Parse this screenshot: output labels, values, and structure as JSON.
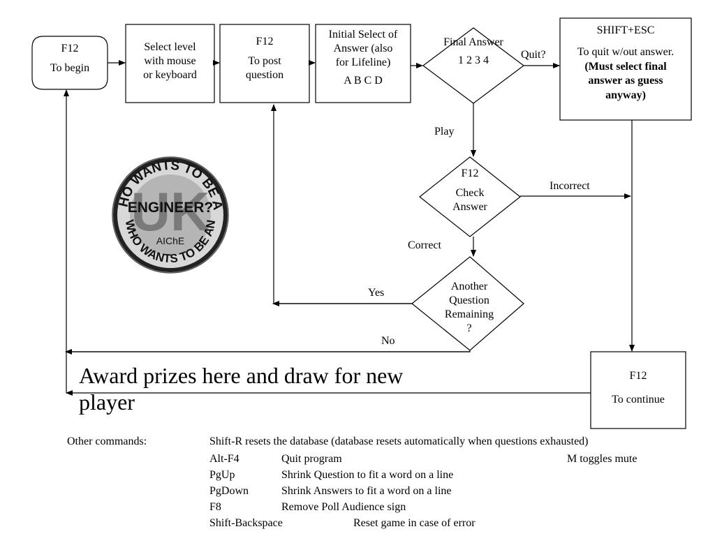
{
  "start": {
    "key": "F12",
    "text": "To begin"
  },
  "select_level": {
    "lines": [
      "Select level",
      "with mouse",
      "or keyboard"
    ]
  },
  "post_question": {
    "key": "F12",
    "lines": [
      "To post",
      "question"
    ]
  },
  "initial_select": {
    "lines": [
      "Initial Select of",
      "Answer (also",
      "for Lifeline)"
    ],
    "choices": "A B C D"
  },
  "final_answer": {
    "title": "Final Answer",
    "choices": "1 2 3 4"
  },
  "quit_label": "Quit?",
  "quit_box": {
    "key": "SHIFT+ESC",
    "text": "To quit w/out answer.",
    "bold_open": "(",
    "bold_lines": [
      "Must select final",
      "answer as guess",
      "anyway)"
    ]
  },
  "play_label": "Play",
  "check_answer": {
    "key": "F12",
    "lines": [
      "Check",
      "Answer"
    ]
  },
  "incorrect_label": "Incorrect",
  "correct_label": "Correct",
  "another_question": {
    "lines": [
      "Another",
      "Question",
      "Remaining",
      "?"
    ]
  },
  "yes_label": "Yes",
  "no_label": "No",
  "continue_box": {
    "key": "F12",
    "text": "To continue"
  },
  "award_text": "Award prizes here and draw for new player",
  "logo": {
    "arc_top": "WHO WANTS TO BE AN",
    "arc_bottom": "WHO WANTS TO BE AN",
    "center": "ENGINEER?",
    "letters": "UK",
    "org": "AIChE"
  },
  "commands": {
    "heading": "Other commands:",
    "shift_r": "Shift-R resets the database (database resets automatically when questions exhausted)",
    "mute": "M  toggles mute",
    "items": [
      {
        "key": "Alt-F4",
        "desc": "Quit program"
      },
      {
        "key": "PgUp",
        "desc": "Shrink Question to fit a word on a line"
      },
      {
        "key": "PgDown",
        "desc": "Shrink Answers to fit a word on a line"
      },
      {
        "key": "F8",
        "desc": "Remove Poll Audience sign"
      },
      {
        "key": "Shift-Backspace",
        "desc": "Reset game in case of error"
      }
    ]
  }
}
